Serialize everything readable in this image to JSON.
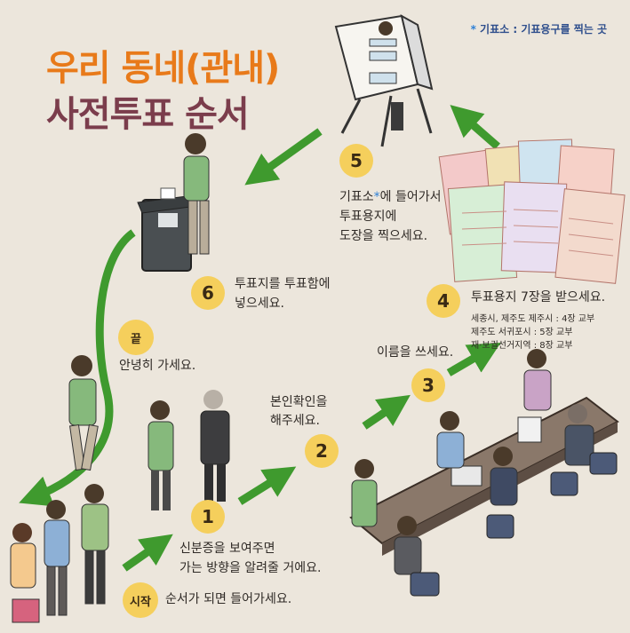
{
  "title": {
    "line1": "우리 동네(관내)",
    "line2": "사전투표 순서"
  },
  "note": {
    "star": "*",
    "text": "기표소 : 기표용구를 찍는 곳"
  },
  "steps": {
    "start": {
      "badge": "시작",
      "text": "순서가 되면 들어가세요."
    },
    "s1": {
      "badge": "1",
      "line1": "신분증을 보여주면",
      "line2": "가는 방향을 알려줄 거에요."
    },
    "s2": {
      "badge": "2",
      "line1": "본인확인을",
      "line2": "해주세요."
    },
    "s3": {
      "badge": "3",
      "text": "이름을 쓰세요."
    },
    "s4": {
      "badge": "4",
      "text": "투표용지 7장을 받으세요.",
      "details": [
        "세종시, 제주도 제주시 : 4장 교부",
        "제주도 서귀포시 : 5장 교부",
        "재·보궐선거지역 : 8장 교부"
      ]
    },
    "s5": {
      "badge": "5",
      "line1a": "기표소",
      "line1star": "*",
      "line1b": "에 들어가서",
      "line2": "투표용지에",
      "line3": "도장을 찍으세요."
    },
    "s6": {
      "badge": "6",
      "line1": "투표지를 투표함에",
      "line2": "넣으세요."
    },
    "end": {
      "badge": "끝",
      "text": "안녕히 가세요."
    }
  },
  "colors": {
    "background": "#ece6dc",
    "title1": "#e87a1a",
    "title2": "#7b3d4c",
    "badge": "#f5cf5c",
    "arrow": "#3f9a2e"
  }
}
